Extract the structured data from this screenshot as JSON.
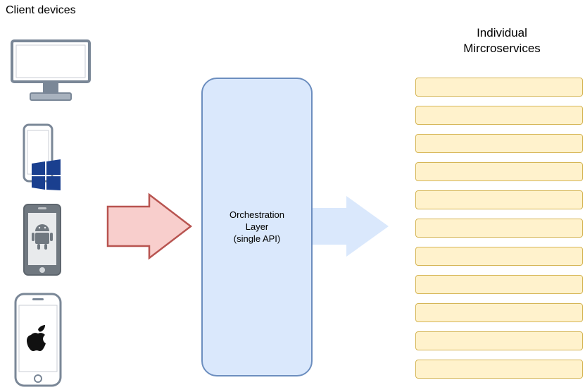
{
  "clients": {
    "title": "Client devices",
    "devices": [
      {
        "icon": "desktop-monitor-icon"
      },
      {
        "icon": "windows-phone-icon"
      },
      {
        "icon": "android-phone-icon"
      },
      {
        "icon": "iphone-icon"
      }
    ]
  },
  "orchestration": {
    "line1": "Orchestration",
    "line2": "Layer",
    "line3": "(single API)"
  },
  "microservices": {
    "title_line1": "Individual",
    "title_line2": "Mircroservices",
    "count": 11
  },
  "colors": {
    "orchestration_fill": "#dae8fc",
    "orchestration_stroke": "#6c8ebf",
    "service_fill": "#fff2cc",
    "service_stroke": "#d6b656",
    "client_arrow_fill": "#f8cecc",
    "client_arrow_stroke": "#b85450",
    "service_arrow_fill": "#dae8fc"
  }
}
